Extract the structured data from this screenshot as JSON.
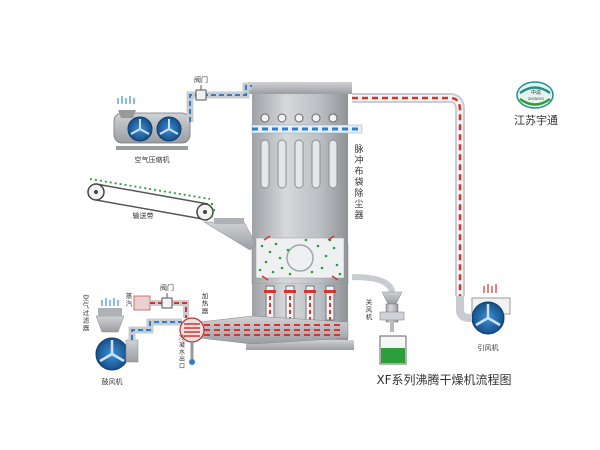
{
  "title": "XF系列沸腾干燥机流程图",
  "brand": {
    "logo_text": "中渝",
    "logo_subtext": "ZHONGYU",
    "name": "江苏宇通"
  },
  "labels": {
    "air_compressor": "空气压缩机",
    "valve_top": "阀门",
    "dust_collector": "脉冲布袋除尘器",
    "conveyor": "输送带",
    "induced_fan": "引风机",
    "air_filter": "空气过滤器",
    "steam": "蒸汽",
    "valve_steam": "阀门",
    "heater": "加热器",
    "condensate_outlet": "冷凝水出口",
    "blower": "鼓风机",
    "shutoff_fan": "关风机"
  },
  "colors": {
    "pipe_blue": "#2f7fd0",
    "pipe_red": "#d9332b",
    "steel": "#b9bcc0",
    "fan_blue": "#1f6fb8",
    "particle_green": "#2e9e3a",
    "brand_teal": "#1f8f8a"
  },
  "icons": [
    "fan-icon",
    "valve-icon",
    "filter-bag-icon",
    "heater-icon",
    "product-bucket-icon",
    "brand-logo-icon"
  ]
}
